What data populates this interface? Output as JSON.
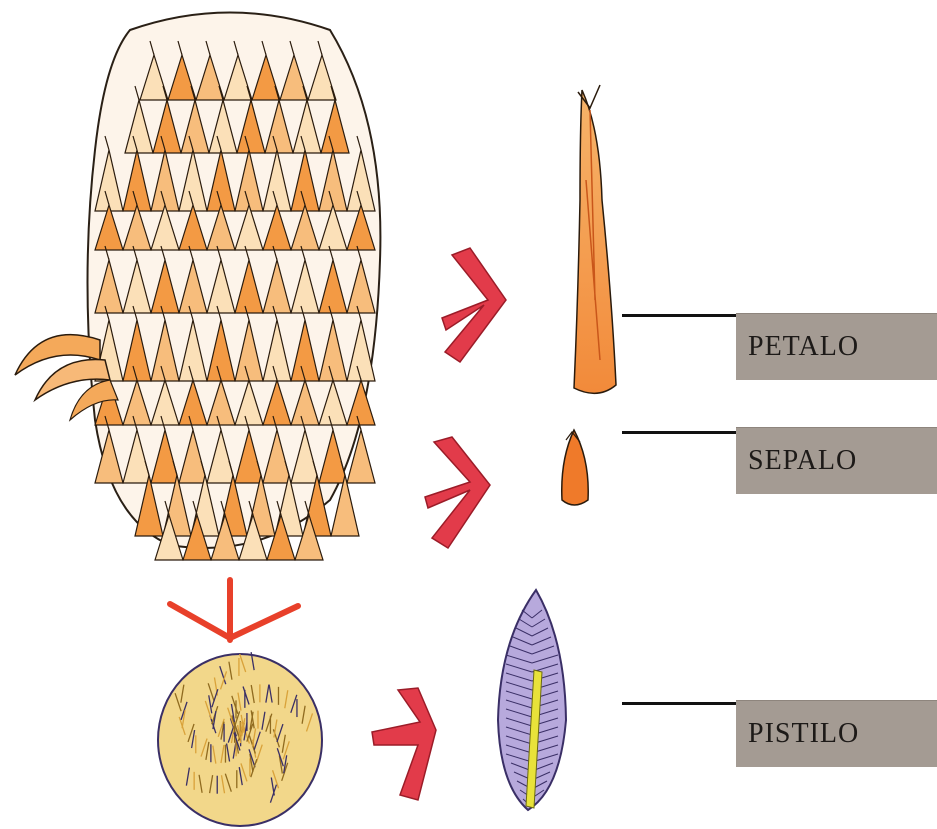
{
  "labels": {
    "petal": "PETALO",
    "sepal": "SEPALO",
    "pistil": "PISTILO"
  },
  "colors": {
    "arrow": "#e23b4a",
    "arrow_down": "#e8402a",
    "petal_fill": "#f2a050",
    "petal_dark": "#d9621c",
    "pistil_fill": "#8a7ab6",
    "pistil_core": "#e8e23a",
    "label_bg": "#a49b93",
    "ink": "#1b1b1b"
  }
}
